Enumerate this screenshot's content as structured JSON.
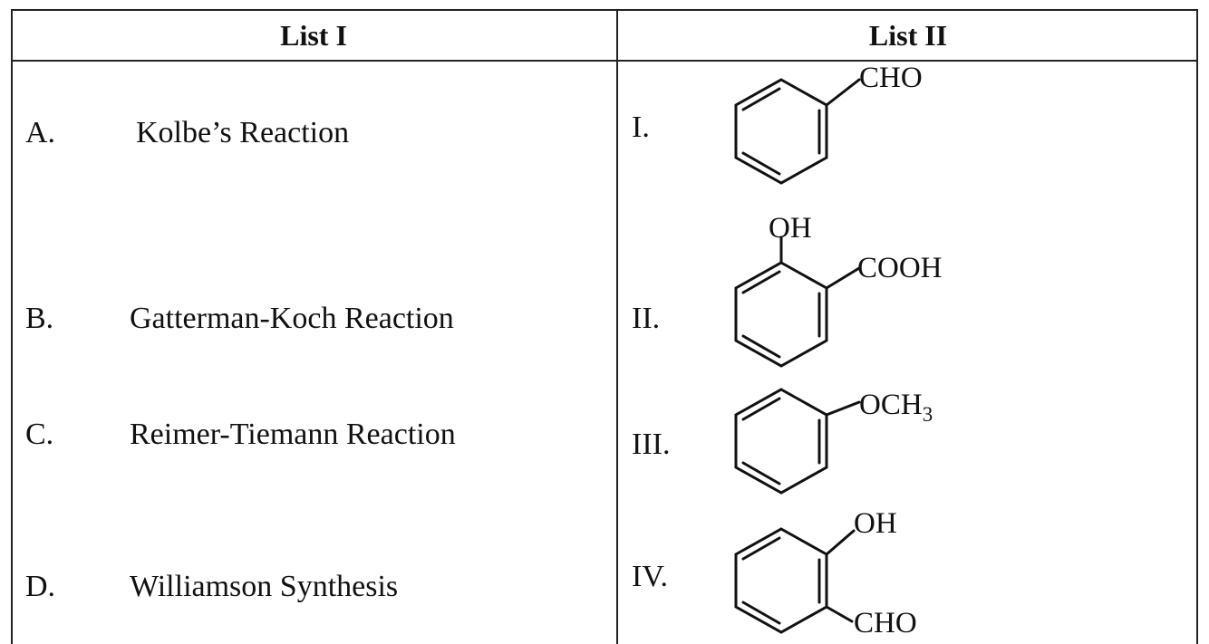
{
  "header": {
    "list1": "List I",
    "list2": "List II"
  },
  "list1": [
    {
      "letter": "A.",
      "name": "Kolbe’s Reaction"
    },
    {
      "letter": "B.",
      "name": "Gatterman-Koch Reaction"
    },
    {
      "letter": "C.",
      "name": "Reimer-Tiemann Reaction"
    },
    {
      "letter": "D.",
      "name": "Williamson Synthesis"
    }
  ],
  "list2": [
    {
      "roman": "I.",
      "groups": [
        "CHO"
      ]
    },
    {
      "roman": "II.",
      "groups": [
        "OH",
        "COOH"
      ]
    },
    {
      "roman": "III.",
      "groups": [
        "OCH",
        "3"
      ]
    },
    {
      "roman": "IV.",
      "groups": [
        "OH",
        "CHO"
      ]
    }
  ]
}
